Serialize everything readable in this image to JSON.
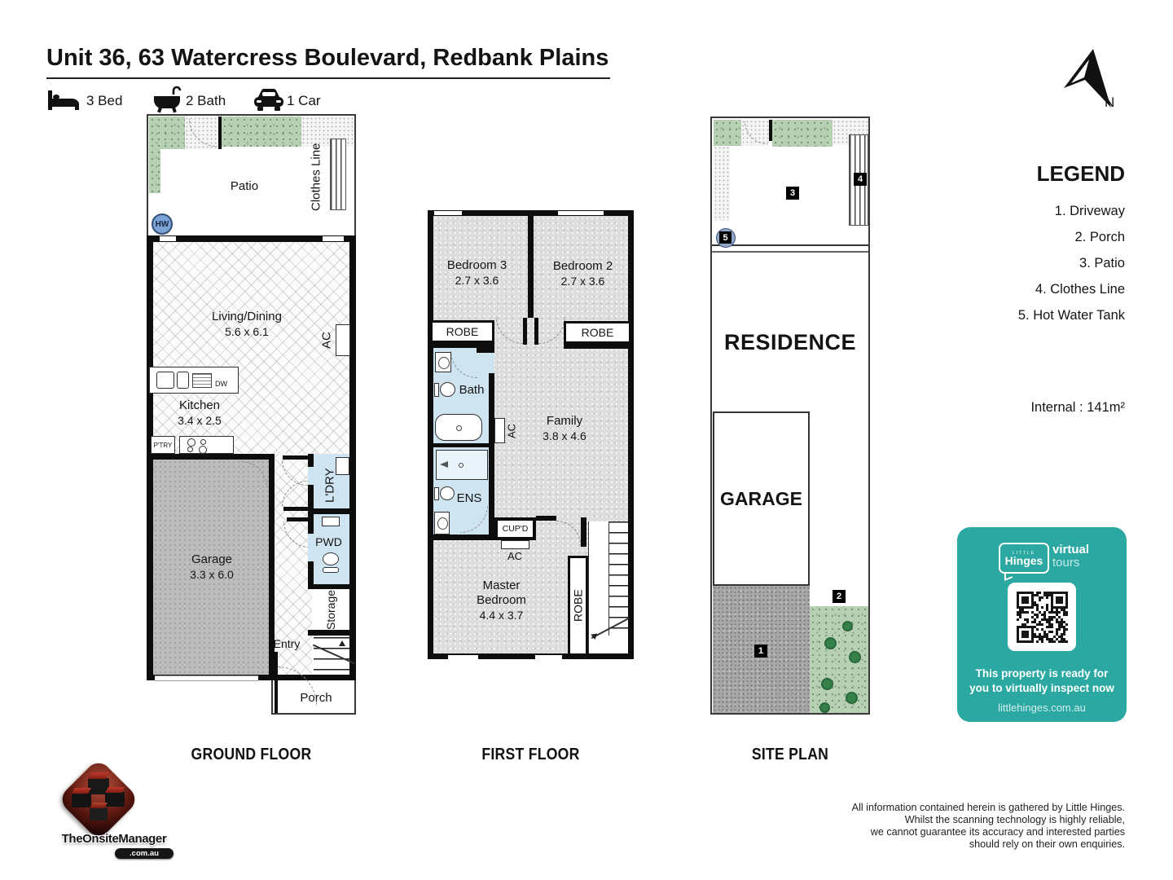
{
  "header": {
    "title": "Unit 36, 63 Watercress Boulevard, Redbank Plains",
    "beds": "3 Bed",
    "baths": "2 Bath",
    "cars": "1 Car"
  },
  "compass": {
    "north": "N"
  },
  "legend": {
    "title": "LEGEND",
    "items": [
      "1. Driveway",
      "2. Porch",
      "3. Patio",
      "4. Clothes Line",
      "5. Hot Water Tank"
    ],
    "internal_label": "Internal : 141m²"
  },
  "ground_floor": {
    "caption": "GROUND FLOOR",
    "patio": "Patio",
    "clothes_line": "Clothes Line",
    "hot_water": "HW",
    "living": "Living/Dining",
    "living_dim": "5.6 x 6.1",
    "ac": "AC",
    "kitchen": "Kitchen",
    "kitchen_dim": "3.4 x 2.5",
    "dw": "DW",
    "pantry": "P'TRY",
    "garage": "Garage",
    "garage_dim": "3.3 x 6.0",
    "laundry": "L'DRY",
    "powder": "PWD",
    "storage": "Storage",
    "entry": "Entry",
    "porch": "Porch"
  },
  "first_floor": {
    "caption": "FIRST FLOOR",
    "bedroom3": "Bedroom 3",
    "bedroom3_dim": "2.7 x 3.6",
    "bedroom2": "Bedroom 2",
    "bedroom2_dim": "2.7 x 3.6",
    "robe": "ROBE",
    "bath": "Bath",
    "ac": "AC",
    "family": "Family",
    "family_dim": "3.8 x 4.6",
    "ens": "ENS",
    "cupboard": "CUP'D",
    "master": "Master Bedroom",
    "master_dim": "4.4 x 3.7"
  },
  "site_plan": {
    "caption": "SITE PLAN",
    "residence": "RESIDENCE",
    "garage": "GARAGE",
    "markers": {
      "driveway": "1",
      "porch": "2",
      "patio": "3",
      "clothes_line": "4",
      "hot_water": "5"
    }
  },
  "promo": {
    "accent": "#2aa8a1",
    "brand_small": "LITTLE",
    "brand": "Hinges",
    "product_bold": "virtual",
    "product": "tours",
    "line1": "This property is ready for",
    "line2": "you to virtually inspect now",
    "url": "littlehinges.com.au"
  },
  "disclaimer": {
    "line1": "All information contained herein is gathered by Little Hinges.",
    "line2": "Whilst the scanning technology is highly reliable,",
    "line3": "we cannot guarantee its accuracy and interested parties",
    "line4": "should rely on their own enquiries."
  },
  "logo": {
    "name": "TheOnsiteManager",
    "domain": ".com.au"
  }
}
